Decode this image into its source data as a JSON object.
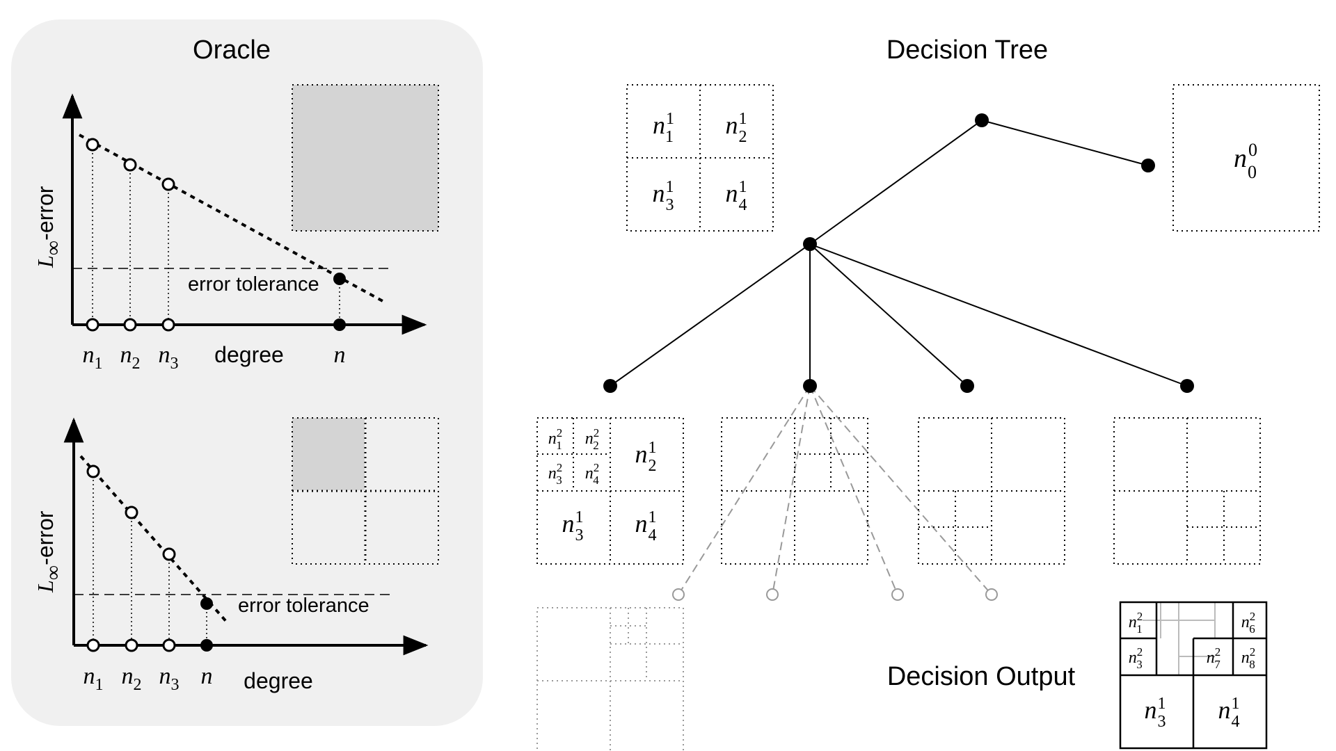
{
  "oracle": {
    "title": "Oracle",
    "upper_plot": {
      "y_label": "-error",
      "y_label_symbol": "L",
      "y_label_sub": "∞",
      "tolerance_label": "error tolerance",
      "x_label": "degree",
      "ticks": [
        {
          "base": "n",
          "sub": "1"
        },
        {
          "base": "n",
          "sub": "2"
        },
        {
          "base": "n",
          "sub": "3"
        },
        {
          "base": "n",
          "sub": ""
        }
      ]
    },
    "lower_plot": {
      "y_label": "-error",
      "y_label_symbol": "L",
      "y_label_sub": "∞",
      "tolerance_label": "error tolerance",
      "x_label": "degree",
      "ticks": [
        {
          "base": "n",
          "sub": "1"
        },
        {
          "base": "n",
          "sub": "2"
        },
        {
          "base": "n",
          "sub": "3"
        },
        {
          "base": "n",
          "sub": ""
        }
      ]
    },
    "colors": {
      "panel_bg": "#f0f0f0",
      "shaded_cell": "#d4d4d4"
    }
  },
  "tree": {
    "title": "Decision Tree",
    "root_leaf_label": {
      "base": "n",
      "sub": "0",
      "sup": "0"
    },
    "level1_grid_labels": [
      {
        "base": "n",
        "sub": "1",
        "sup": "1"
      },
      {
        "base": "n",
        "sub": "2",
        "sup": "1"
      },
      {
        "base": "n",
        "sub": "3",
        "sup": "1"
      },
      {
        "base": "n",
        "sub": "4",
        "sup": "1"
      }
    ],
    "refined_grid_labels": {
      "small": [
        {
          "base": "n",
          "sub": "1",
          "sup": "2"
        },
        {
          "base": "n",
          "sub": "2",
          "sup": "2"
        },
        {
          "base": "n",
          "sub": "3",
          "sup": "2"
        },
        {
          "base": "n",
          "sub": "4",
          "sup": "2"
        }
      ],
      "large": [
        {
          "base": "n",
          "sub": "2",
          "sup": "1"
        },
        {
          "base": "n",
          "sub": "3",
          "sup": "1"
        },
        {
          "base": "n",
          "sub": "4",
          "sup": "1"
        }
      ]
    },
    "colors": {
      "edge": "#000000",
      "ghost": "#999999"
    }
  },
  "output": {
    "title": "Decision Output",
    "labels": [
      {
        "base": "n",
        "sub": "1",
        "sup": "2"
      },
      {
        "base": "n",
        "sub": "6",
        "sup": "2"
      },
      {
        "base": "n",
        "sub": "3",
        "sup": "2"
      },
      {
        "base": "n",
        "sub": "7",
        "sup": "2"
      },
      {
        "base": "n",
        "sub": "8",
        "sup": "2"
      },
      {
        "base": "n",
        "sub": "3",
        "sup": "1"
      },
      {
        "base": "n",
        "sub": "4",
        "sup": "1"
      }
    ]
  }
}
